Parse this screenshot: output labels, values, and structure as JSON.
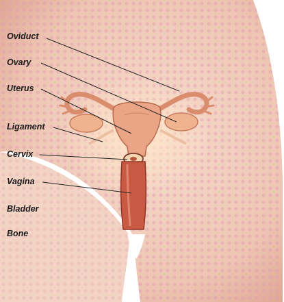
{
  "labels": [
    {
      "id": "oviduct",
      "text": "Oviduct"
    },
    {
      "id": "ovary",
      "text": "Ovary"
    },
    {
      "id": "uterus",
      "text": "Uterus"
    },
    {
      "id": "ligament",
      "text": "Ligament"
    },
    {
      "id": "cervix",
      "text": "Cervix"
    },
    {
      "id": "vagina",
      "text": "Vagina"
    },
    {
      "id": "bladder",
      "text": "Bladder"
    },
    {
      "id": "bone",
      "text": "Bone"
    }
  ],
  "colors": {
    "skin": "#f0cdb9",
    "skin_shadow": "#d99f8c",
    "tissue": "#f2c3a4",
    "organ": "#e6a07e",
    "canal": "#c8573f",
    "leader_line": "#222222"
  }
}
